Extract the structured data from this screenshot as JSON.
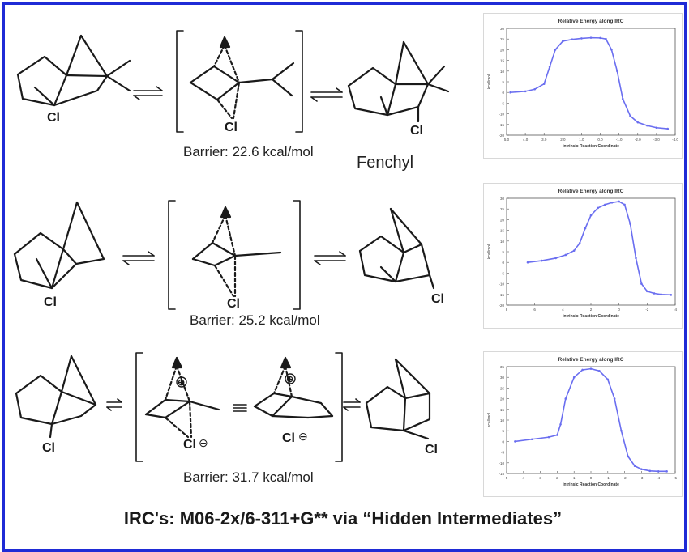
{
  "reactions": [
    {
      "id": "fenchyl",
      "barrier": "Barrier:  22.6 kcal/mol",
      "product_name": "Fenchyl",
      "atoms": [
        "Cl",
        "Cl",
        "Cl"
      ]
    },
    {
      "id": "second",
      "barrier": "Barrier:  25.2 kcal/mol",
      "atoms": [
        "Cl",
        "Cl",
        "Cl"
      ]
    },
    {
      "id": "norbornyl",
      "barrier": "Barrier:  31.7 kcal/mol",
      "atoms": [
        "Cl",
        "Cl",
        "Cl",
        "Cl"
      ],
      "charges": [
        "⊕",
        "⊖"
      ],
      "equivalence": "≡"
    }
  ],
  "footer": "IRC's: M06-2x/6-311+G** via “Hidden Intermediates”",
  "chart_data": [
    {
      "type": "scatter",
      "title": "Relative Energy along IRC",
      "xlabel": "Intrinsic Reaction Coordinate",
      "ylabel": "kcal/mol",
      "xlim": [
        5.0,
        -4.0
      ],
      "ylim": [
        -20,
        30
      ],
      "xticks": [
        "5.0",
        "4.0",
        "3.0",
        "2.0",
        "1.0",
        "0.0",
        "-1.0",
        "-2.0",
        "-3.0",
        "-4.0"
      ],
      "yticks": [
        "30",
        "25",
        "20",
        "15",
        "10",
        "5",
        "0",
        "-5",
        "-10",
        "-15",
        "-20"
      ],
      "series": [
        {
          "x": [
            4.8,
            4.0,
            3.5,
            3.0,
            2.7,
            2.4,
            2.0,
            1.5,
            1.0,
            0.5,
            0.0,
            -0.3,
            -0.6,
            -0.9,
            -1.2,
            -1.6,
            -2.0,
            -2.5,
            -3.0,
            -3.6
          ],
          "values": [
            0,
            0.5,
            1.5,
            4,
            12,
            20,
            24,
            24.8,
            25.3,
            25.6,
            25.5,
            25,
            20,
            10,
            -3,
            -11,
            -14,
            -15.5,
            -16.5,
            -17
          ]
        }
      ],
      "color": "#6a6ef0"
    },
    {
      "type": "scatter",
      "title": "Relative Energy along IRC",
      "xlabel": "Intrinsic Reaction Coordinate",
      "ylabel": "kcal/mol",
      "xlim": [
        8,
        -4
      ],
      "ylim": [
        -20,
        30
      ],
      "xticks": [
        "8",
        "6",
        "4",
        "2",
        "0",
        "-2",
        "-4"
      ],
      "yticks": [
        "30",
        "25",
        "20",
        "15",
        "10",
        "5",
        "0",
        "-5",
        "-10",
        "-15",
        "-20"
      ],
      "series": [
        {
          "x": [
            6.5,
            5.5,
            4.5,
            3.8,
            3.2,
            2.8,
            2.4,
            2.0,
            1.5,
            1.0,
            0.5,
            0.0,
            -0.4,
            -0.8,
            -1.2,
            -1.6,
            -2.0,
            -2.5,
            -3.0,
            -3.7
          ],
          "values": [
            0,
            0.8,
            2,
            3.5,
            5.5,
            9,
            16,
            22,
            25.5,
            27,
            28,
            28.5,
            27,
            18,
            2,
            -10,
            -13.5,
            -14.5,
            -15,
            -15.2
          ]
        }
      ],
      "color": "#6a6ef0"
    },
    {
      "type": "scatter",
      "title": "Relative Energy along IRC",
      "xlabel": "Intrinsic Reaction Coordinate",
      "ylabel": "kcal/mol",
      "xlim": [
        5,
        -5
      ],
      "ylim": [
        -15,
        35
      ],
      "xticks": [
        "5",
        "4",
        "3",
        "2",
        "1",
        "0",
        "-1",
        "-2",
        "-3",
        "-4",
        "-5"
      ],
      "yticks": [
        "35",
        "30",
        "25",
        "20",
        "15",
        "10",
        "5",
        "0",
        "-5",
        "-10",
        "-15"
      ],
      "series": [
        {
          "x": [
            4.5,
            3.5,
            2.5,
            2.0,
            1.8,
            1.5,
            1.0,
            0.5,
            0.0,
            -0.5,
            -1.0,
            -1.4,
            -1.8,
            -2.2,
            -2.6,
            -3.0,
            -3.5,
            -4.0,
            -4.5
          ],
          "values": [
            0,
            1,
            2,
            3,
            8,
            20,
            30,
            33.5,
            34,
            33,
            29,
            20,
            5,
            -7,
            -11.5,
            -13,
            -13.8,
            -14,
            -14
          ]
        }
      ],
      "color": "#6a6ef0"
    }
  ]
}
